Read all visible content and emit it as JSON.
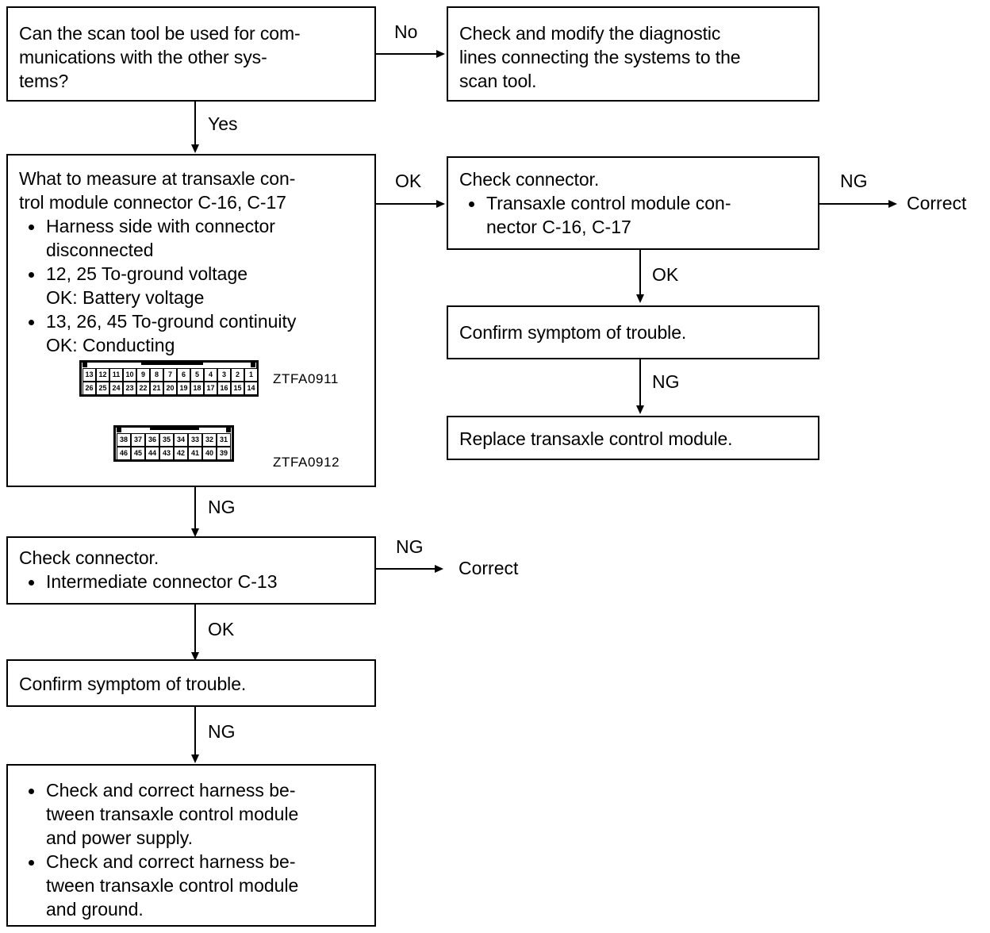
{
  "diagram": {
    "title": "Transaxle control module power supply / ground diagnostic flowchart",
    "ink_color": "#000000",
    "background_color": "#ffffff"
  },
  "boxes": {
    "scan_tool_question": {
      "text": "Can the scan tool be used for com-\nmunications with the other sys-\ntems?"
    },
    "check_modify_lines": {
      "text": "Check and modify the diagnostic\nlines connecting the systems to the\nscan tool."
    },
    "what_to_measure": {
      "heading": "What to measure at transaxle con-\ntrol module connector C-16, C-17",
      "items": [
        "Harness side with connector\ndisconnected",
        "12, 25 To-ground voltage\nOK: Battery voltage",
        "13, 26, 45 To-ground continuity\nOK: Conducting"
      ]
    },
    "check_connector_tcm": {
      "heading": "Check connector.",
      "items": [
        "Transaxle control module con-\nnector C-16, C-17"
      ]
    },
    "confirm_symptom_right": {
      "text": "Confirm symptom of trouble."
    },
    "replace_module": {
      "text": "Replace transaxle control module."
    },
    "check_connector_intermediate": {
      "heading": "Check connector.",
      "items": [
        "Intermediate connector C-13"
      ]
    },
    "confirm_symptom_left": {
      "text": "Confirm symptom of trouble."
    },
    "harness_actions": {
      "items": [
        "Check and correct harness be-\ntween transaxle control module\nand power supply.",
        "Check and correct harness be-\ntween transaxle control module\nand ground."
      ]
    }
  },
  "edge_labels": {
    "no": "No",
    "yes": "Yes",
    "ok_to_check_connector": "OK",
    "ng_to_correct_top": "NG",
    "ok_to_confirm_right": "OK",
    "ng_to_replace": "NG",
    "ng_from_measure": "NG",
    "ng_to_correct_bottom": "NG",
    "ok_to_confirm_left": "OK",
    "ng_to_harness": "NG"
  },
  "terminals": {
    "correct_top": "Correct",
    "correct_bottom": "Correct"
  },
  "connectors": [
    {
      "id": "connector-c16",
      "ref": "ZTFA0911",
      "columns": 13,
      "top_row": [
        "13",
        "12",
        "11",
        "10",
        "9",
        "8",
        "7",
        "6",
        "5",
        "4",
        "3",
        "2",
        "1"
      ],
      "bottom_row": [
        "26",
        "25",
        "24",
        "23",
        "22",
        "21",
        "20",
        "19",
        "18",
        "17",
        "16",
        "15",
        "14"
      ]
    },
    {
      "id": "connector-c17",
      "ref": "ZTFA0912",
      "columns": 8,
      "top_row": [
        "38",
        "37",
        "36",
        "35",
        "34",
        "33",
        "32",
        "31"
      ],
      "bottom_row": [
        "46",
        "45",
        "44",
        "43",
        "42",
        "41",
        "40",
        "39"
      ]
    }
  ]
}
